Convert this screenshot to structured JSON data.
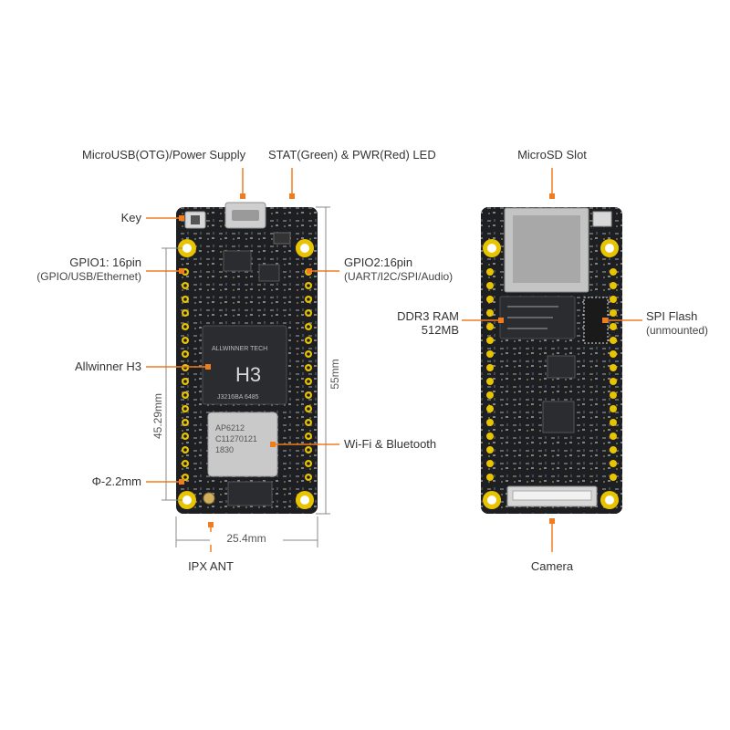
{
  "labels": {
    "microusb": "MicroUSB(OTG)/Power Supply",
    "led": "STAT(Green) & PWR(Red) LED",
    "key": "Key",
    "gpio1_title": "GPIO1: 16pin",
    "gpio1_sub": "(GPIO/USB/Ethernet)",
    "gpio2_title": "GPIO2:16pin",
    "gpio2_sub": "(UART/I2C/SPI/Audio)",
    "allwinner": "Allwinner H3",
    "wifi": "Wi-Fi & Bluetooth",
    "hole": "Φ-2.2mm",
    "ipx": "IPX ANT",
    "microsd": "MicroSD Slot",
    "ddr3_title": "DDR3 RAM",
    "ddr3_sub": "512MB",
    "spi_title": "SPI Flash",
    "spi_sub": "(unmounted)",
    "camera": "Camera"
  },
  "dimensions": {
    "width": "25.4mm",
    "height": "55mm",
    "hole_spacing": "45.29mm"
  },
  "chips": {
    "soc_brand": "ALLWINNER TECH",
    "soc_name": "H3",
    "soc_code": "J3216BA 6485",
    "wifi_line1": "AP6212",
    "wifi_line2": "C11270121",
    "wifi_line3": "1830"
  },
  "colors": {
    "pcb": "#1d1f22",
    "gold": "#e8c400",
    "pointer": "#f07c20",
    "chip": "#2a2c30",
    "shield": "#c9c9c9"
  }
}
